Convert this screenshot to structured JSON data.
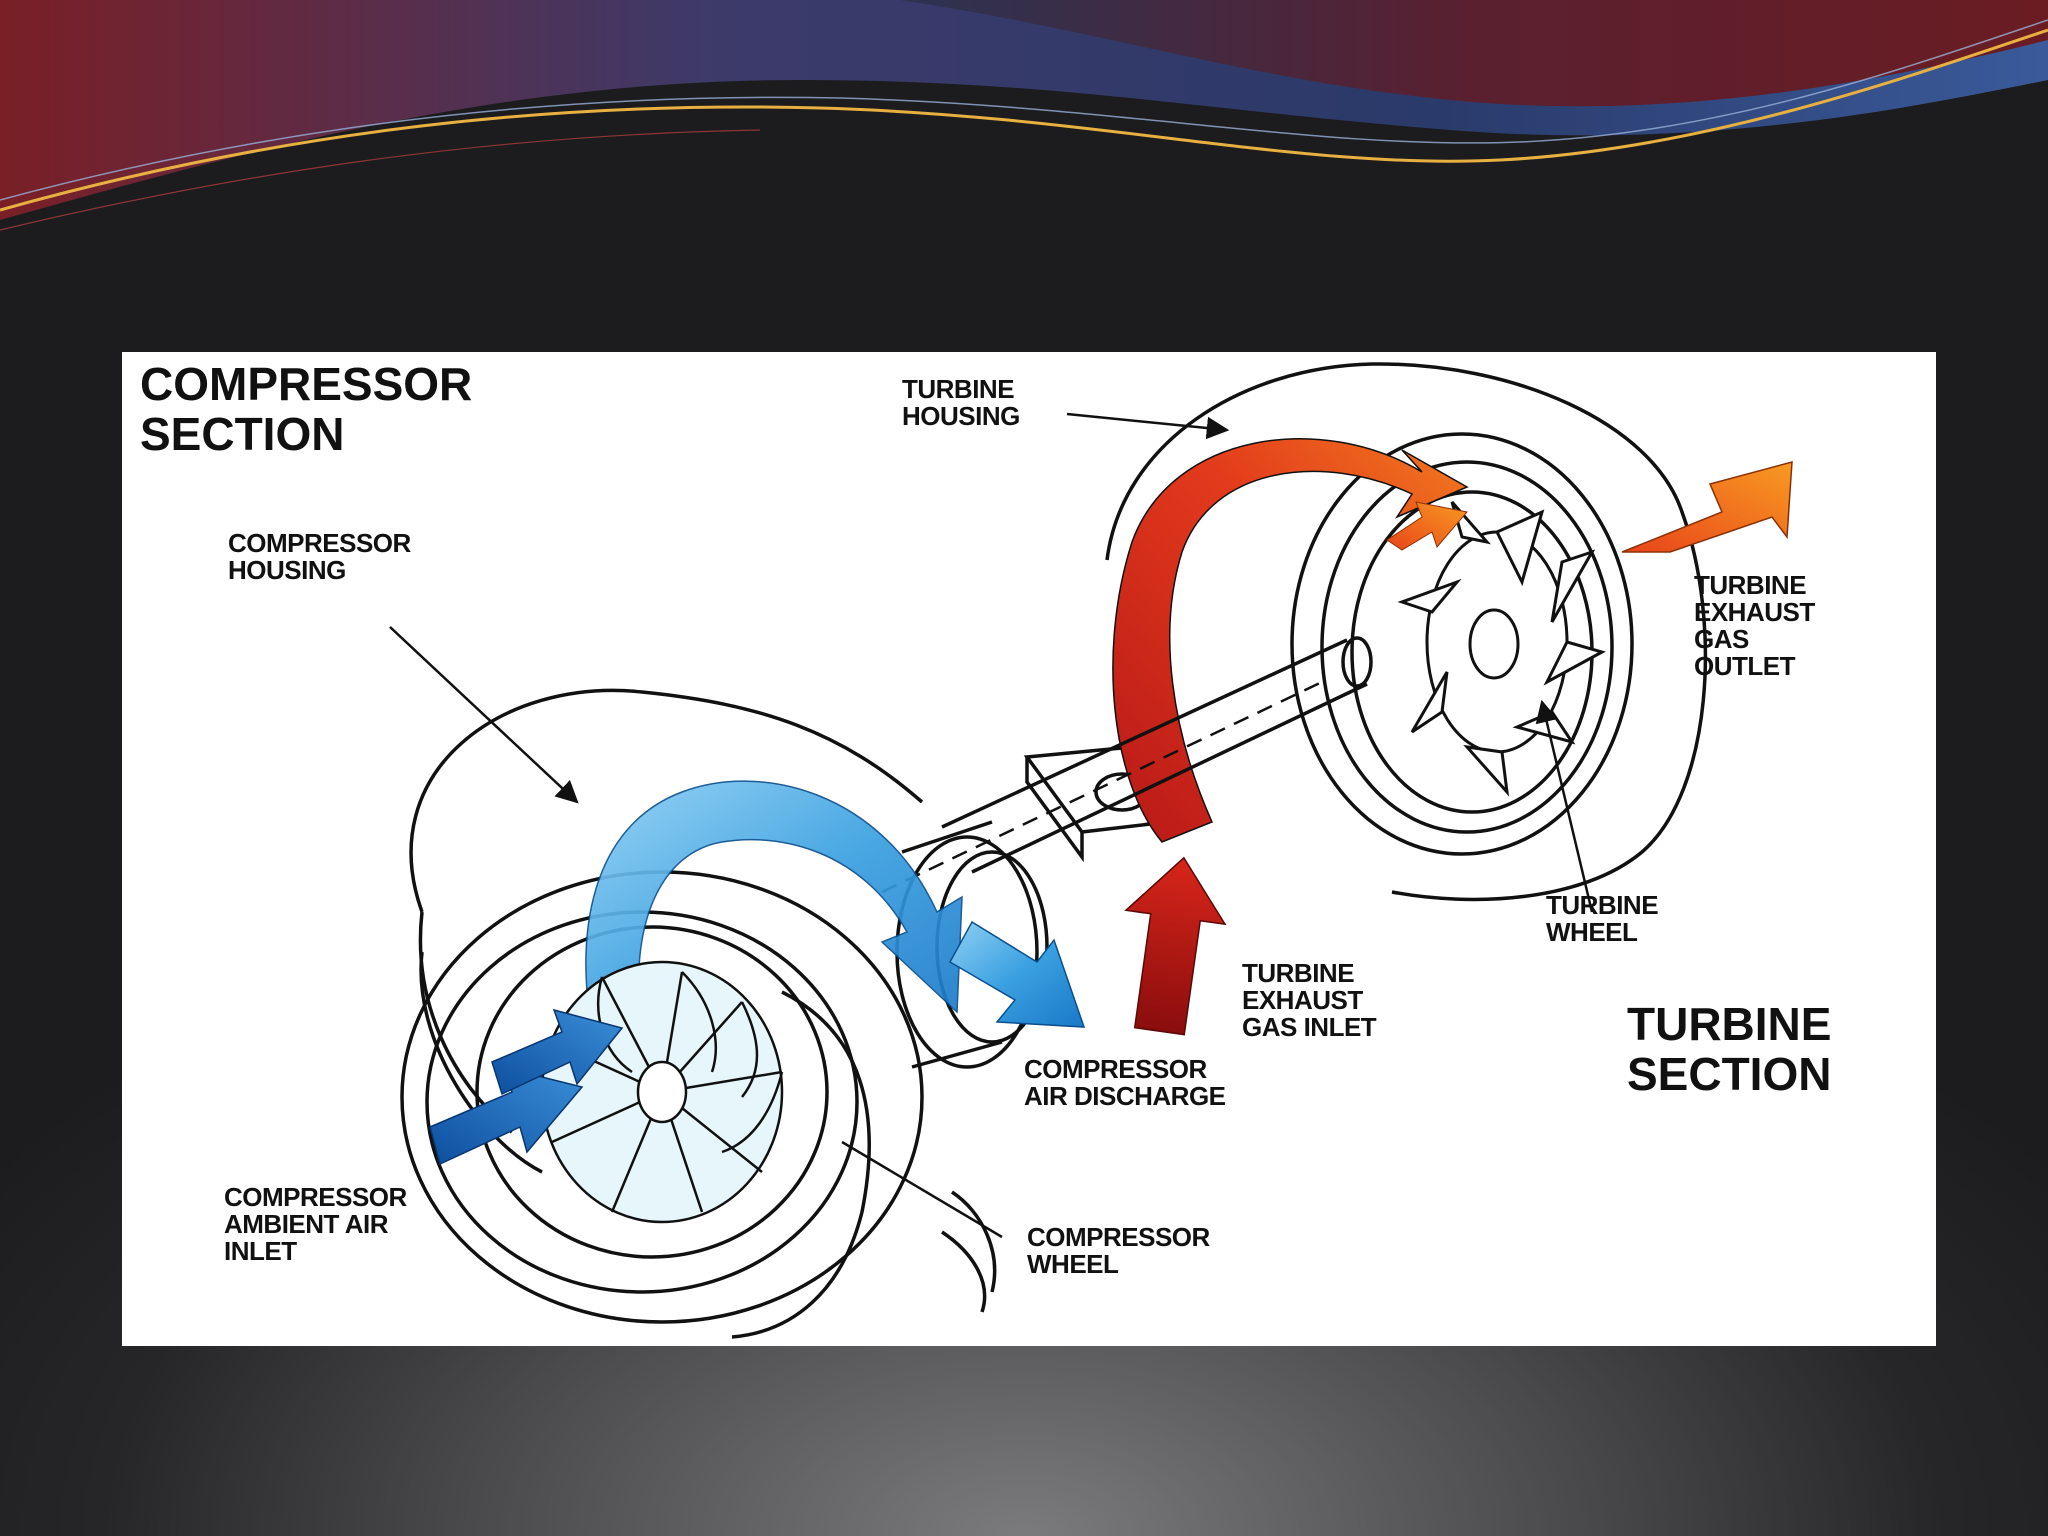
{
  "labels": {
    "compressor_section": "COMPRESSOR\nSECTION",
    "turbine_section": "TURBINE\nSECTION",
    "compressor_housing": "COMPRESSOR\nHOUSING",
    "turbine_housing": "TURBINE\nHOUSING",
    "turbine_exhaust_gas_outlet": "TURBINE\nEXHAUST\nGAS\nOUTLET",
    "turbine_wheel": "TURBINE\nWHEEL",
    "turbine_exhaust_gas_inlet": "TURBINE\nEXHAUST\nGAS INLET",
    "compressor_air_discharge": "COMPRESSOR\nAIR DISCHARGE",
    "compressor_ambient_air_inlet": "COMPRESSOR\nAMBIENT AIR\nINLET",
    "compressor_wheel": "COMPRESSOR\nWHEEL"
  },
  "colors": {
    "cold_air_flow": "#3aa0e0",
    "cold_air_inlet": "#1565b8",
    "hot_gas_flow": "#d8261a",
    "hot_gas_outlet": "#f06a10",
    "line_art": "#111111",
    "panel_background": "#ffffff"
  }
}
